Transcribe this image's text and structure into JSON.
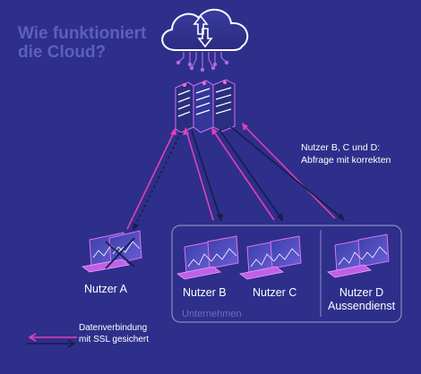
{
  "title": [
    "Wie funktioniert",
    "die Cloud?"
  ],
  "note": [
    "Nutzer B, C und D:",
    "Abfrage mit korrekten"
  ],
  "users": {
    "a": "Nutzer A",
    "b": "Nutzer B",
    "c": "Nutzer C",
    "d": [
      "Nutzer D",
      "Aussendienst"
    ]
  },
  "company_label": "Unternehmen",
  "legend": [
    "Datenverbindung",
    "mit SSL gesichert"
  ],
  "colors": {
    "background": "#2e2f8a",
    "pink": "#e040b8",
    "navy": "#1a1c4a",
    "frame": "#8a8cc8",
    "title": "#5b5fc2"
  }
}
